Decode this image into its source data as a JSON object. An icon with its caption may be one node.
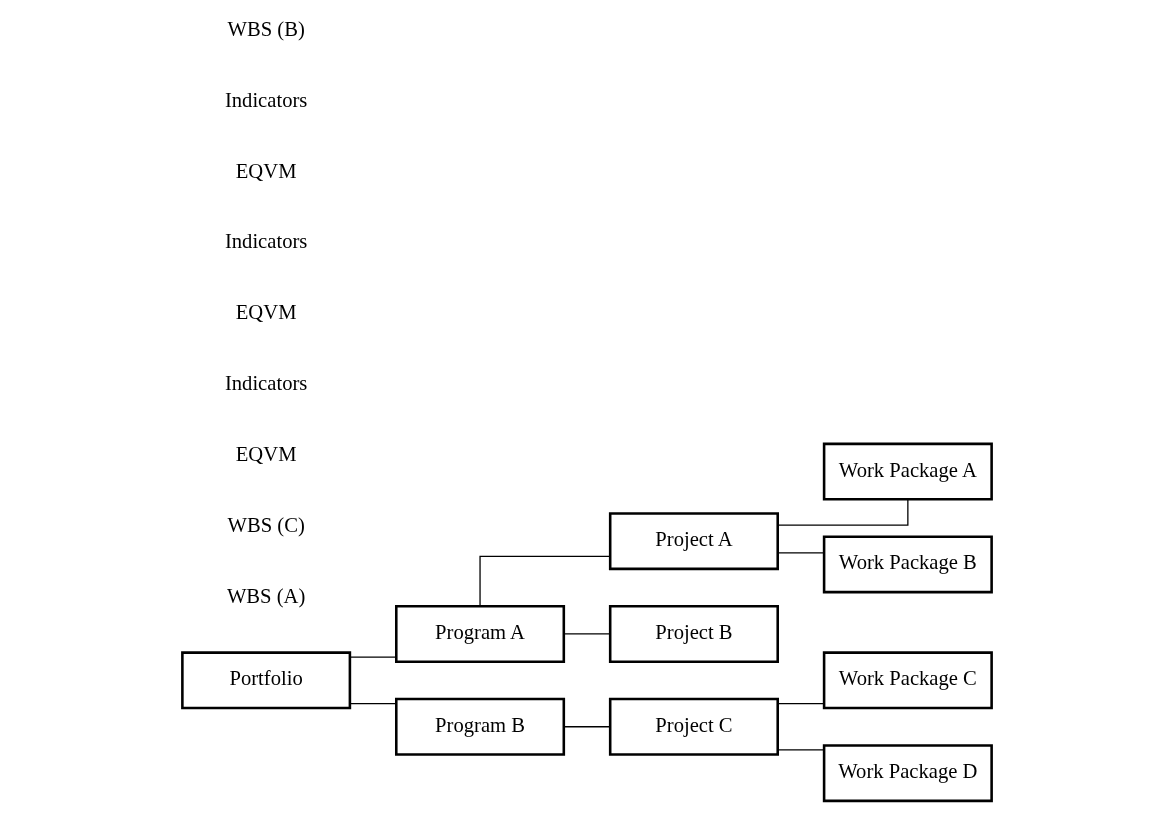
{
  "diagram": {
    "nodes": [
      {
        "text": [
          "Portfolio"
        ]
      },
      {
        "text": [
          "Program A"
        ]
      },
      {
        "text": [
          "Program B"
        ]
      },
      {
        "text": [
          "Project A"
        ]
      },
      {
        "text": [
          "Project B"
        ]
      },
      {
        "text": [
          "Project C"
        ]
      },
      {
        "text": [
          "Work Package A"
        ]
      },
      {
        "text": [
          "Work Package B"
        ]
      },
      {
        "text": [
          "Work Package C"
        ]
      },
      {
        "text": [
          "Work Package D"
        ]
      }
    ],
    "edges": [
      {
        "from": 0,
        "to": 1,
        "arrow": "none"
      },
      {
        "from": 0,
        "to": 2,
        "arrow": "none"
      },
      {
        "from": 1,
        "to": 3,
        "arrow": "none"
      },
      {
        "from": 1,
        "to": 4,
        "arrow": "none"
      },
      {
        "from": 2,
        "to": 5,
        "arrow": "none"
      },
      {
        "from": 3,
        "to": 6,
        "arrow": "none"
      },
      {
        "from": 3,
        "to": 7,
        "arrow": "none"
      },
      {
        "from": 5,
        "to": 8,
        "arrow": "none"
      },
      {
        "from": 5,
        "to": 9,
        "arrow": "none"
      }
    ],
    "labels": [
      "WBS (A)",
      "WBS (C)",
      "EQVM",
      "Indicators",
      "EQVM",
      "Indicators",
      "EQVM",
      "Indicators",
      "WBS (B)"
    ]
  }
}
